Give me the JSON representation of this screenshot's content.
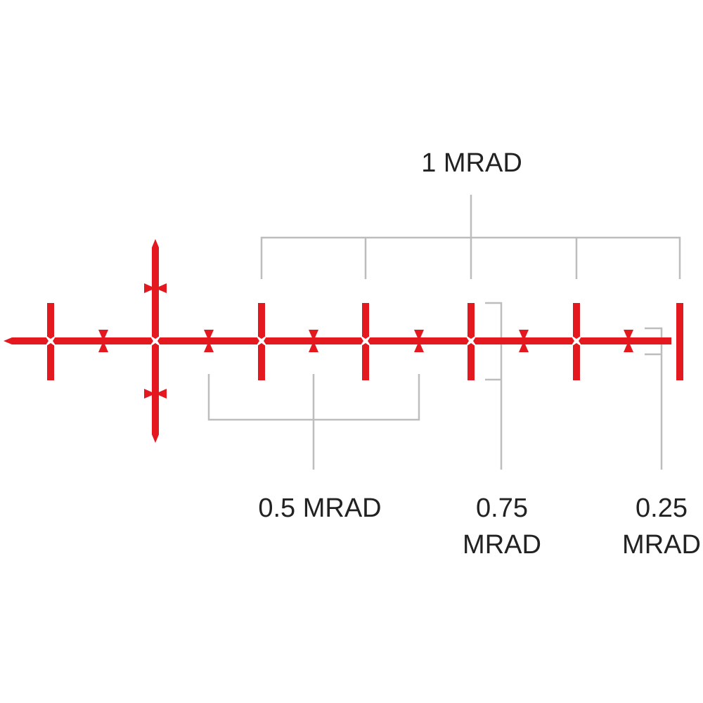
{
  "colors": {
    "reticle": "#e3191f",
    "bracket": "#bdbdbd",
    "text": "#222222",
    "background": "#ffffff"
  },
  "labels": {
    "one_mrad": "1 MRAD",
    "half_mrad": "0.5 MRAD",
    "three_quarter_value": "0.75",
    "three_quarter_unit": "MRAD",
    "quarter_value": "0.25",
    "quarter_unit": "MRAD"
  }
}
